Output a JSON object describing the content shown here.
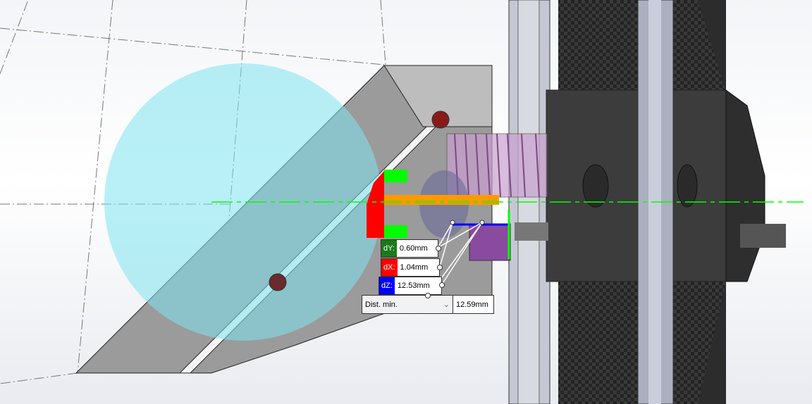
{
  "measurement": {
    "dy": {
      "label": "dY:",
      "value": "0.60mm",
      "color": "#1a7a1a"
    },
    "dx": {
      "label": "dX:",
      "value": "1.04mm",
      "color": "#ff0000"
    },
    "dz": {
      "label": "dZ:",
      "value": "12.53mm",
      "color": "#0000ff"
    },
    "mode": {
      "selected": "Dist. min.",
      "icon": "chevron-down-icon"
    },
    "result": "12.59mm"
  },
  "colors": {
    "sphere": "#7fe3f0",
    "centerline": "#00ff00",
    "highlight": "#ff9900",
    "carbon": "#2b2b2b"
  }
}
